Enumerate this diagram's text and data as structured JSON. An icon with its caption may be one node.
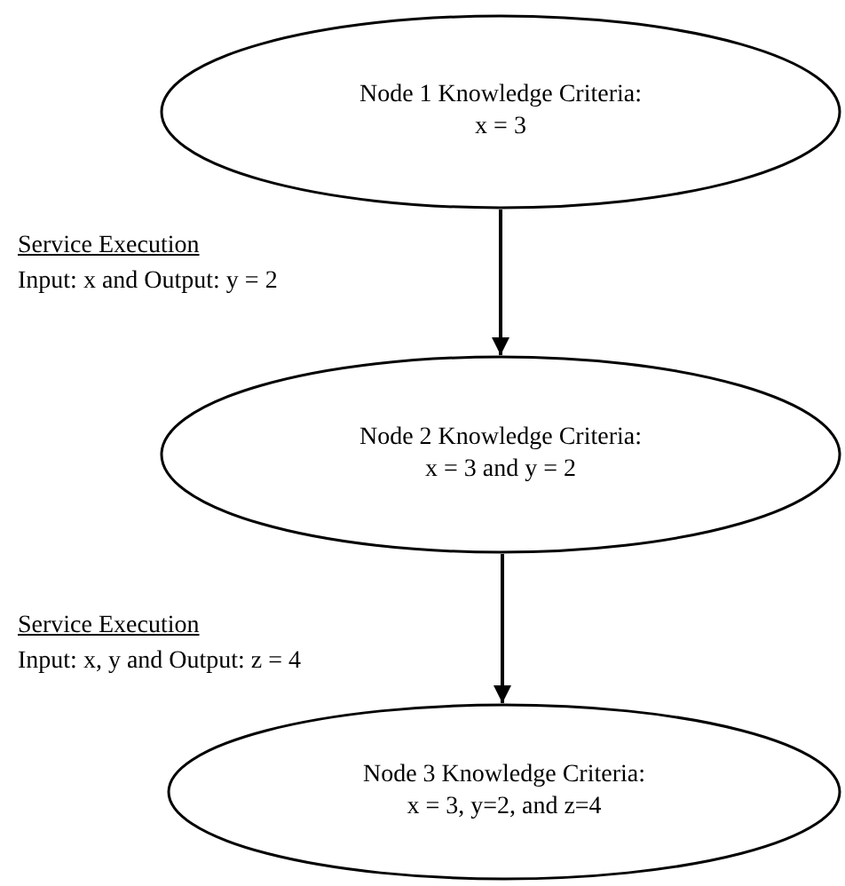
{
  "diagram": {
    "nodes": [
      {
        "text": [
          "Node 1 Knowledge Criteria: x = 3"
        ]
      },
      {
        "text": [
          "Node 2 Knowledge Criteria: x = 3 and y = 2"
        ]
      },
      {
        "text": [
          "Node 3 Knowledge Criteria: x = 3, y=2, and z=4"
        ]
      }
    ],
    "edges": [
      {
        "from": 0,
        "to": 1,
        "arrow": "to"
      },
      {
        "from": 1,
        "to": 2,
        "arrow": "to"
      }
    ],
    "labels": [
      "Service Execution",
      "Input: x and Output: y = 2",
      "Service Execution",
      "Input: x, y and Output: z = 4"
    ]
  }
}
